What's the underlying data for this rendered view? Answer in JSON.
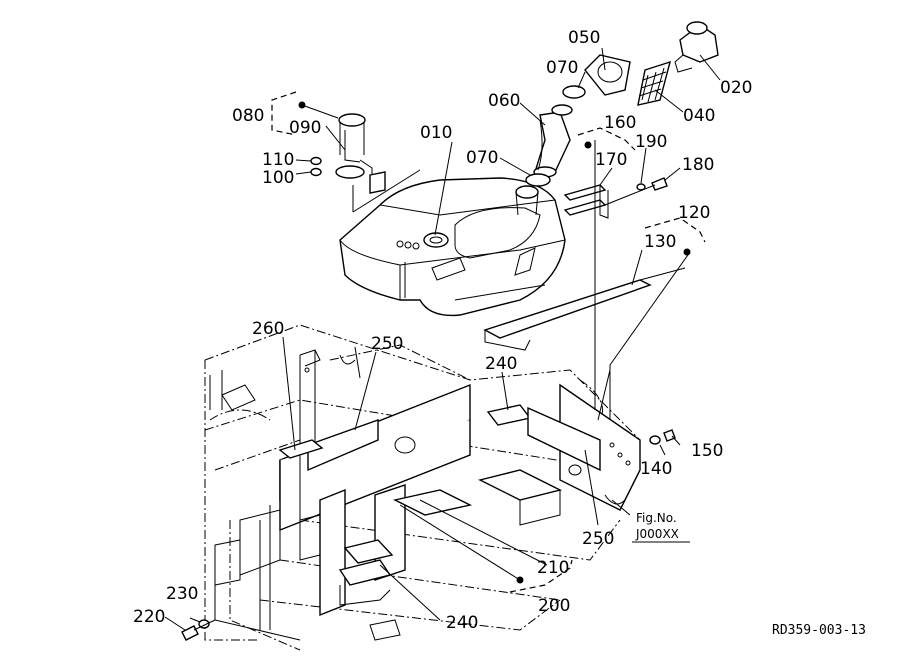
{
  "diagram": {
    "drawing_id": "RD359-003-13",
    "fig_ref": {
      "line1": "Fig.No.",
      "line2": "J000XX"
    },
    "parts": {
      "p010": "010",
      "p020": "020",
      "p040": "040",
      "p050": "050",
      "p060": "060",
      "p070a": "070",
      "p070b": "070",
      "p080": "080",
      "p090": "090",
      "p100": "100",
      "p110": "110",
      "p120": "120",
      "p130": "130",
      "p140": "140",
      "p150": "150",
      "p160": "160",
      "p170": "170",
      "p180": "180",
      "p190": "190",
      "p200": "200",
      "p210": "210",
      "p220": "220",
      "p230": "230",
      "p240a": "240",
      "p240b": "240",
      "p250a": "250",
      "p250b": "250",
      "p260": "260"
    }
  }
}
